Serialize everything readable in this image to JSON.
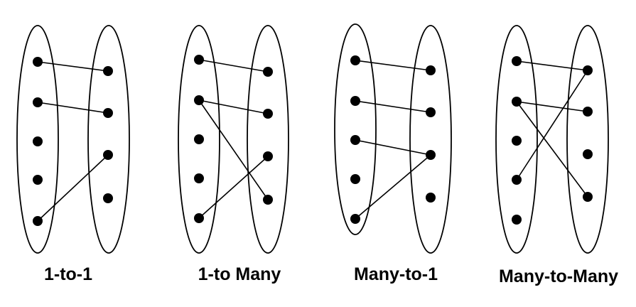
{
  "diagrams": [
    {
      "label": "1-to-1",
      "left_count": 5,
      "right_count": 4,
      "links": [
        [
          0,
          0
        ],
        [
          1,
          1
        ],
        [
          4,
          2
        ]
      ]
    },
    {
      "label": "1-to Many",
      "left_count": 5,
      "right_count": 4,
      "links": [
        [
          0,
          0
        ],
        [
          1,
          1
        ],
        [
          1,
          3
        ],
        [
          4,
          2
        ]
      ]
    },
    {
      "label": "Many-to-1",
      "left_count": 5,
      "right_count": 4,
      "links": [
        [
          0,
          0
        ],
        [
          1,
          1
        ],
        [
          2,
          2
        ],
        [
          4,
          2
        ]
      ]
    },
    {
      "label": "Many-to-Many",
      "left_count": 5,
      "right_count": 4,
      "links": [
        [
          0,
          0
        ],
        [
          1,
          1
        ],
        [
          1,
          3
        ],
        [
          3,
          0
        ]
      ]
    }
  ],
  "colors": {
    "stroke": "#000000",
    "fill": "#ffffff",
    "dot": "#000000"
  }
}
